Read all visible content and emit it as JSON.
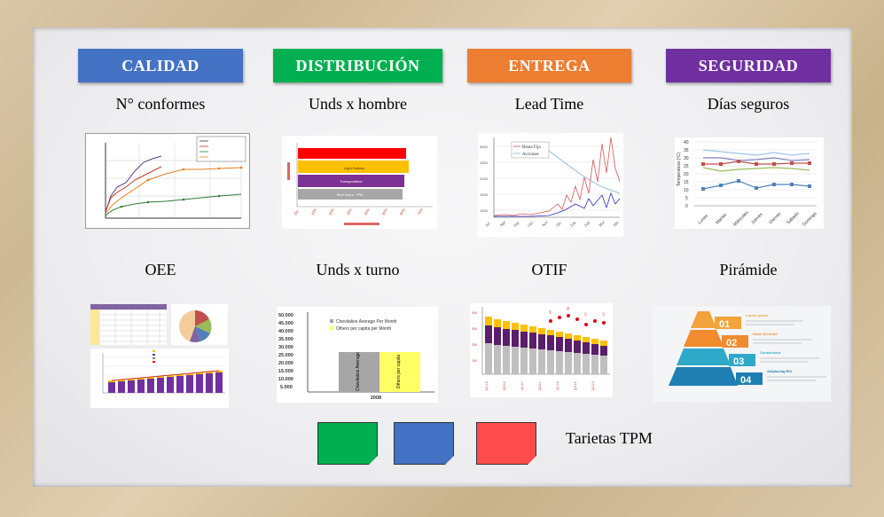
{
  "categories": [
    {
      "title": "CALIDAD",
      "color": "#4472c4",
      "kpi_top": "N° conformes",
      "kpi_bottom": "OEE"
    },
    {
      "title": "DISTRIBUCIÓN",
      "color": "#00b050",
      "kpi_top": "Unds x hombre",
      "kpi_bottom": "Unds x turno"
    },
    {
      "title": "ENTREGA",
      "color": "#ed7d31",
      "kpi_top": "Lead Time",
      "kpi_bottom": "OTIF"
    },
    {
      "title": "SEGURIDAD",
      "color": "#7030a0",
      "kpi_top": "Días seguros",
      "kpi_bottom": "Pirámide"
    }
  ],
  "cards": {
    "label": "Tarietas TPM",
    "colors": [
      "#00b050",
      "#4472c4",
      "#ff4b4b"
    ]
  },
  "thumbs": {
    "lead_legend": [
      "Renta Fija",
      "Acciones"
    ],
    "lead_months": [
      "Jul",
      "Ago",
      "Sep",
      "Oct",
      "Nov",
      "Dic",
      "Ene",
      "Feb",
      "Mar",
      "Abr"
    ],
    "dias_days": [
      "Lunes",
      "Martes",
      "Miércoles",
      "Jueves",
      "Viernes",
      "Sábado",
      "Domingo"
    ],
    "dias_ylabel": "Temperatura (ºC)",
    "dias_yticks": [
      "40",
      "35",
      "30",
      "25",
      "20",
      "15",
      "10",
      "5",
      "0"
    ],
    "dist_bars": [
      "Light Salmon",
      "Transportation",
      "Blue Burro: TPM"
    ],
    "turno_yticks": [
      "50.000",
      "45.000",
      "40.000",
      "35.000",
      "30.000",
      "25.000",
      "20.000",
      "15.000",
      "10.000",
      "5.000"
    ],
    "turno_legend": [
      "Chevitalice Average Per Month",
      "Others per capita per Month"
    ],
    "turno_x": "2008",
    "pyramid_steps": [
      "01",
      "02",
      "03",
      "04"
    ],
    "pyramid_titles": [
      "Lorem Ipsum",
      "Dolor Sit Amet",
      "Consectetur",
      "Adipiscing Elit"
    ]
  }
}
